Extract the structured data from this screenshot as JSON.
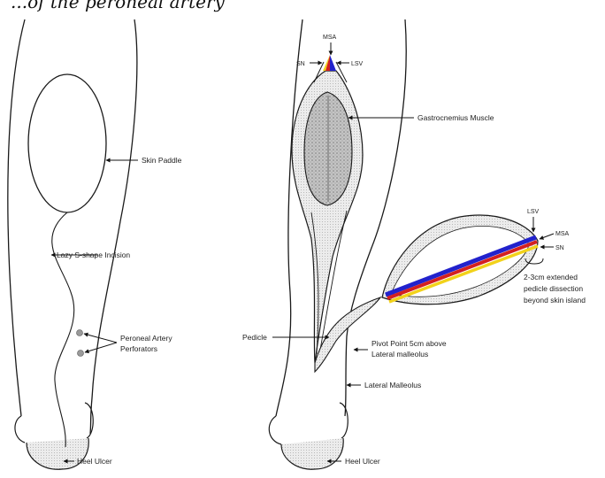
{
  "header": {
    "caption_fragment": "...of the peroneal artery"
  },
  "left_panel": {
    "labels": {
      "skin_paddle": "Skin Paddle",
      "lazy_s_incision": "Lazy S-shape Incision",
      "perforators_line1": "Peroneal Artery",
      "perforators_line2": "Perforators",
      "heel_ulcer": "Heel Ulcer"
    }
  },
  "right_panel": {
    "labels": {
      "msa_top": "MSA",
      "sn_top": "SN",
      "lsv_top": "LSV",
      "gastrocnemius": "Gastrocnemius Muscle",
      "lsv_flap": "LSV",
      "msa_flap": "MSA",
      "sn_flap": "SN",
      "extended_line1": "2-3cm extended",
      "extended_line2": "pedicle dissection",
      "extended_line3": "beyond skin island",
      "pedicle": "Pedicle",
      "pivot_line1": "Pivot Point 5cm above",
      "pivot_line2": "Lateral malleolus",
      "lateral_malleolus": "Lateral Malleolus",
      "heel_ulcer": "Heel Ulcer"
    }
  },
  "colors": {
    "vein_lsv": "#2222cc",
    "artery_msa": "#d42020",
    "nerve_sn": "#f2d21a",
    "outline": "#1a1a1a",
    "muscle_fill": "#b8b8b8"
  }
}
